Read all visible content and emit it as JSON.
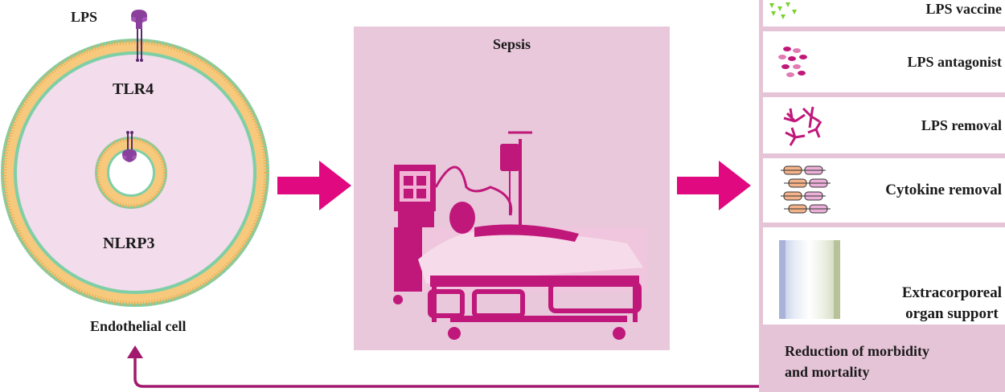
{
  "cell": {
    "lps_label": "LPS",
    "tlr4_label": "TLR4",
    "nlrp3_label": "NLRP3",
    "cell_label": "Endothelial cell"
  },
  "sepsis": {
    "title": "Sepsis"
  },
  "treatments": [
    {
      "label": "LPS vaccine",
      "icon": "triangles-icon"
    },
    {
      "label": "LPS antagonist",
      "icon": "dots-icon"
    },
    {
      "label": "LPS removal",
      "icon": "branches-icon"
    },
    {
      "label": "Cytokine removal",
      "icon": "pills-icon"
    },
    {
      "label_line1": "Extracorporeal",
      "label_line2": "organ support",
      "icon": "membrane-icon"
    }
  ],
  "outcome": {
    "line1": "Reduction of morbidity",
    "line2": "and mortality"
  },
  "colors": {
    "arrow": "#e0097f",
    "panel": "#e6c4d7",
    "sepsis_bg": "#e8c8da",
    "cell_fill": "#f3dcec",
    "membrane_lipid": "#f6c97d",
    "membrane_head": "#7ecfa6",
    "bed": "#c0177a",
    "receptor": "#8a3f9d",
    "feedback_line": "#a2186f"
  }
}
